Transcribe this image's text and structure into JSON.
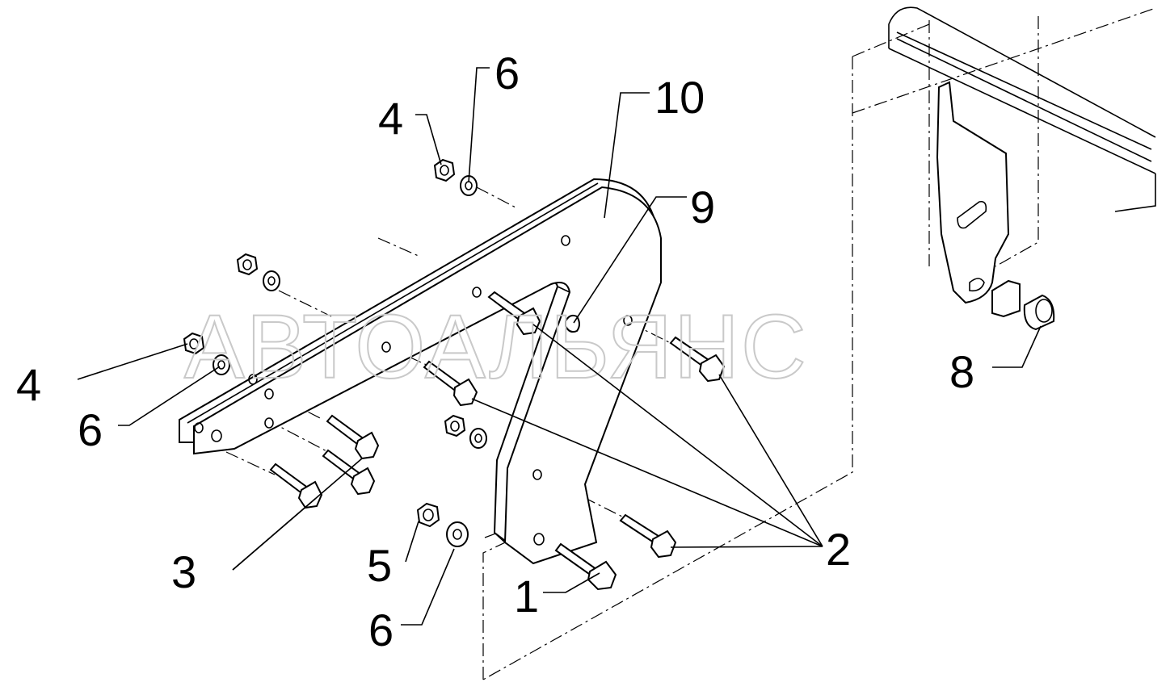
{
  "watermark": "АВТОАЛЬЯНС",
  "callouts": [
    {
      "id": "c1",
      "label": "1"
    },
    {
      "id": "c2",
      "label": "2"
    },
    {
      "id": "c3",
      "label": "3"
    },
    {
      "id": "c4a",
      "label": "4"
    },
    {
      "id": "c4b",
      "label": "4"
    },
    {
      "id": "c5",
      "label": "5"
    },
    {
      "id": "c6a",
      "label": "6"
    },
    {
      "id": "c6b",
      "label": "6"
    },
    {
      "id": "c6c",
      "label": "6"
    },
    {
      "id": "c8",
      "label": "8"
    },
    {
      "id": "c9",
      "label": "9"
    },
    {
      "id": "c10",
      "label": "10"
    }
  ]
}
